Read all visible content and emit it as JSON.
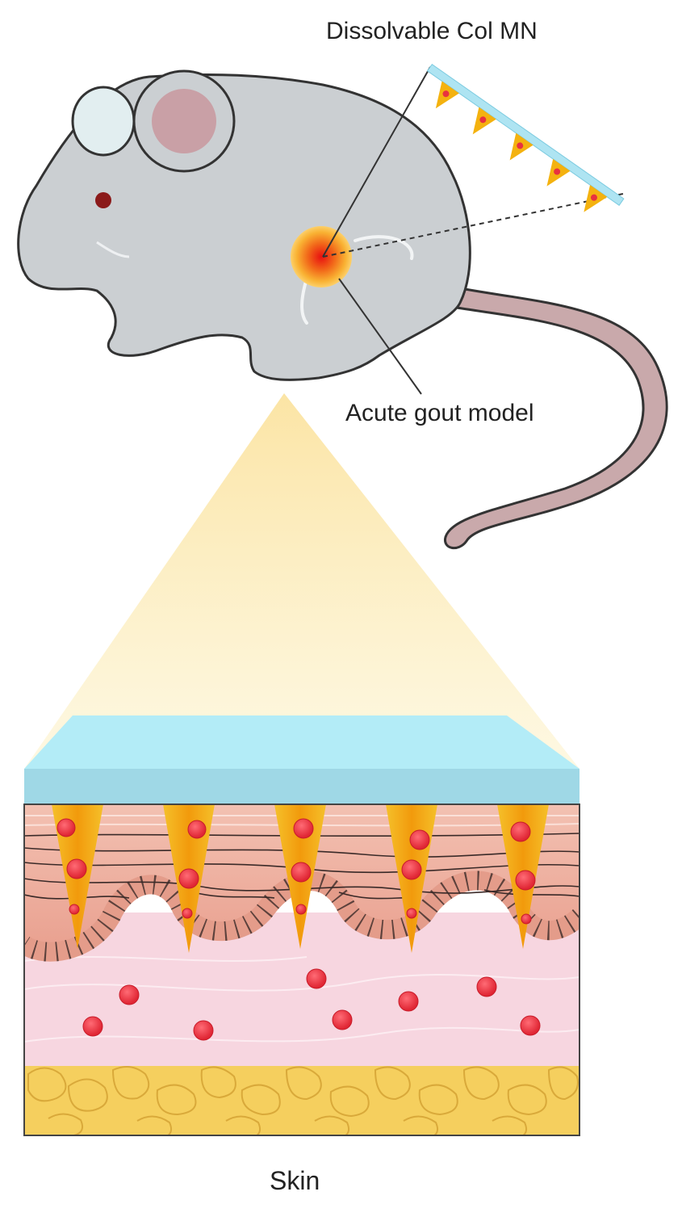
{
  "labels": {
    "microneedle": "Dissolvable Col MN",
    "gout_model": "Acute gout model",
    "skin": "Skin"
  },
  "colors": {
    "mouse_body": "#cbcfd2",
    "mouse_outline": "#333333",
    "ear_inner": "#c9a0a6",
    "tail": "#c9a9ab",
    "eye": "#8b1a1a",
    "backing_layer": "#aee4f2",
    "needle_gold": "#f4b20f",
    "drug_particle": "#e8323f",
    "epidermis": "#efb19f",
    "dermis": "#f7d6e0",
    "fat": "#f5cf5e",
    "beam": "#fbe7a8"
  }
}
